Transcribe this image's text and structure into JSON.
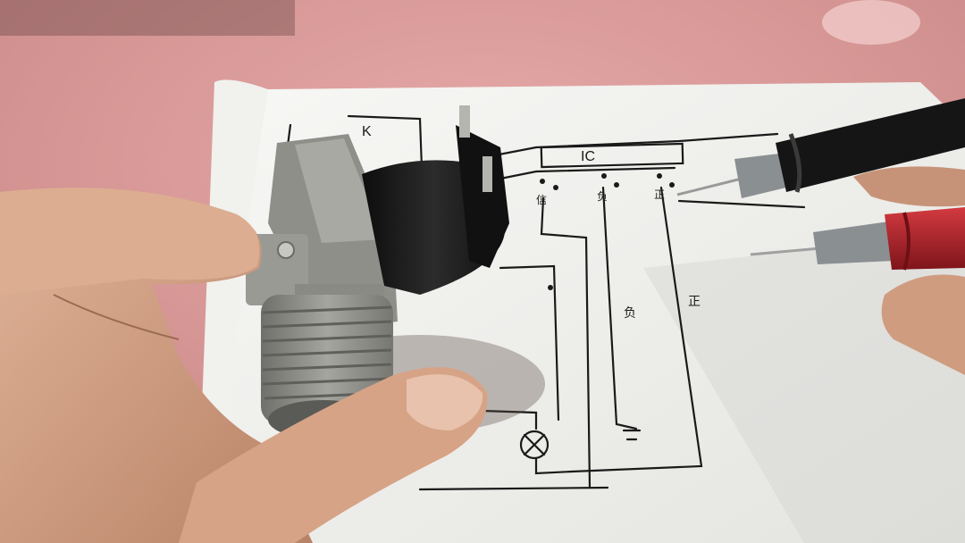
{
  "diagram": {
    "label_k": "K",
    "label_ic": "IC",
    "label_pin_left": "信",
    "label_pin_mid": "负",
    "label_pin_right": "正",
    "label_wire_mid": "负",
    "label_wire_right": "正"
  },
  "colors": {
    "tablecloth": "#d99a9a",
    "paper": "#f4f4f1",
    "ink": "#1a1a1a",
    "valve_body": "#8f8f8a",
    "coil": "#161616",
    "probe_red": "#b3262e",
    "probe_black": "#151515",
    "skin": "#d6a78a"
  }
}
